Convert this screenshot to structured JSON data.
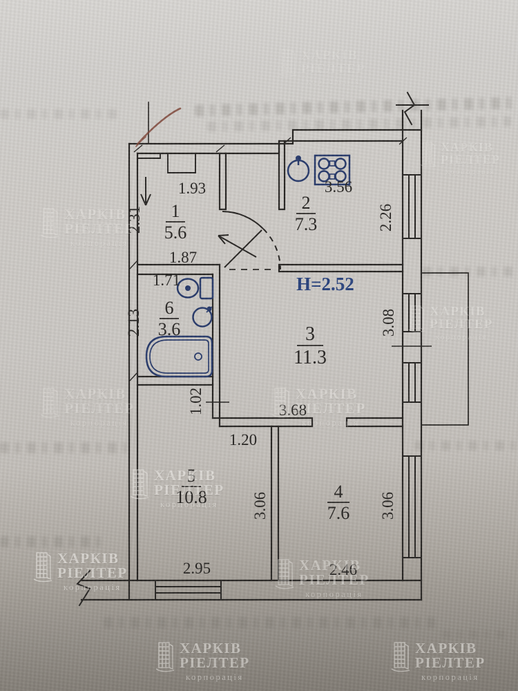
{
  "plan": {
    "height_label": "H=2.52",
    "rooms": [
      {
        "number": "1",
        "area": "5.6"
      },
      {
        "number": "2",
        "area": "7.3"
      },
      {
        "number": "3",
        "area": "11.3"
      },
      {
        "number": "4",
        "area": "7.6"
      },
      {
        "number": "5",
        "area": "10.8"
      },
      {
        "number": "6",
        "area": "3.6"
      }
    ],
    "dims": {
      "room1_width": "1.93",
      "room1_height": "2.31",
      "room1_bottom": "1.87",
      "bath_width": "1.71",
      "bath_height": "2.13",
      "passage": "1.02",
      "kitchen_width": "3.56",
      "kitchen_height": "2.26",
      "room3_height": "3.08",
      "room3_width": "3.68",
      "room5_top": "1.20",
      "room5_height": "3.06",
      "room5_width": "2.95",
      "room4_height": "3.06",
      "room4_width": "2.46"
    },
    "colors": {
      "ink": "#23211f",
      "fixture_blue": "#233668",
      "height_blue": "#26407c",
      "pen_mark": "#7d4335"
    }
  },
  "watermark": {
    "line1": "ХАРКІВ",
    "line2": "РІЕЛТЕР",
    "line3": "корпорація"
  }
}
